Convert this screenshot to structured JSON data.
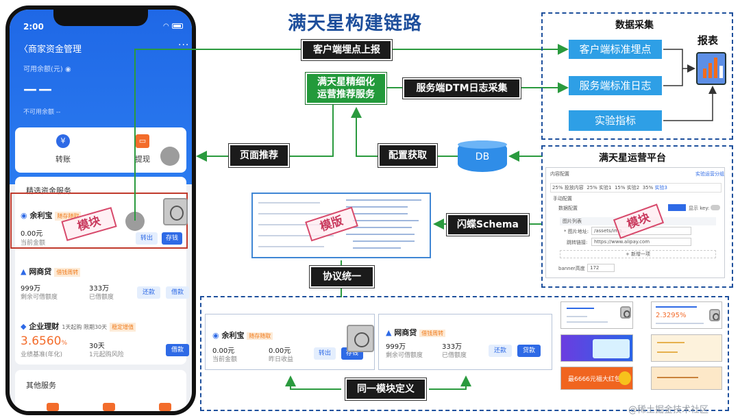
{
  "title": "满天星构建链路",
  "phone": {
    "time": "2:00",
    "nav_title": "商家资金管理",
    "more": "···",
    "available_label": "可用余额(元)",
    "balance": "——",
    "unavailable_label": "不可用余额",
    "unavailable_value": "--",
    "actions": [
      {
        "label": "转账"
      },
      {
        "label": "提现"
      }
    ],
    "selected_title": "精选资金服务",
    "yuelibao": {
      "name": "余利宝",
      "tag": "随存随取",
      "amount": "0.00元",
      "amount_label": "当前金额",
      "btn_out": "转出",
      "btn_in": "存钱"
    },
    "wangshangdai": {
      "name": "网商贷",
      "tag": "借钱周转",
      "avail": "999万",
      "avail_label": "剩余可借额度",
      "used": "333万",
      "used_label": "已借额度",
      "btn_repay": "还款",
      "btn_borrow": "借款"
    },
    "licai": {
      "name": "企业理财",
      "sub": "1天起购 限期30天",
      "tag": "稳定增值",
      "rate": "3.6560",
      "rate_unit": "%",
      "rate_label": "业绩基准(年化)",
      "days": "30天",
      "days_label": "1元起购风险",
      "btn": "借款"
    },
    "other_title": "其他服务"
  },
  "stamps": {
    "module": "模块",
    "template": "模版"
  },
  "labels": {
    "client_tracking": "客户端埋点上报",
    "service": "满天星精细化\n运营推荐服务",
    "server_dtm": "服务端DTM日志采集",
    "page_recommend": "页面推荐",
    "config_fetch": "配置获取",
    "db": "DB",
    "schema": "闪蝶Schema",
    "protocol": "协议统一",
    "same_module": "同一模块定义"
  },
  "data_collection": {
    "title": "数据采集",
    "report": "报表",
    "items": [
      "客户端标准埋点",
      "服务端标准日志",
      "实验指标"
    ]
  },
  "ops_platform": {
    "title": "满天星运营平台",
    "header_left": "内容配置",
    "header_right": "实验运营分组",
    "tabs": [
      "25%",
      "投放内容",
      "25%",
      "实验1",
      "15%",
      "实验2",
      "35%",
      "实验3"
    ],
    "manual": "手动配置",
    "data_config": "数据配置",
    "show_key": "显示 key:",
    "image_list": "图片列表",
    "image_url_label": "* 图片地址:",
    "image_url": "/assets/img...",
    "jump_label": "跳转链接:",
    "jump_url": "https://www.alipay.com",
    "add_item": "+ 新增一项",
    "banner_label": "banner高度",
    "banner_value": "172"
  },
  "bottom_cards": {
    "yuelibao": {
      "name": "余利宝",
      "tag": "随存随取",
      "amount": "0.00元",
      "amount_label": "当前金额",
      "yesterday": "0.00元",
      "yesterday_label": "昨日收益",
      "btn_out": "转出",
      "btn_in": "存钱"
    },
    "wangshangdai": {
      "name": "网商贷",
      "tag": "借钱周转",
      "avail": "999万",
      "avail_label": "剩余可借额度",
      "used": "333万",
      "used_label": "已借额度",
      "btn_repay": "还款",
      "btn_borrow": "贷款"
    }
  },
  "thumbs": {
    "rate": "2.3295%",
    "banner_text": "最6666元福大红包"
  },
  "watermark": "@稀土掘金技术社区"
}
